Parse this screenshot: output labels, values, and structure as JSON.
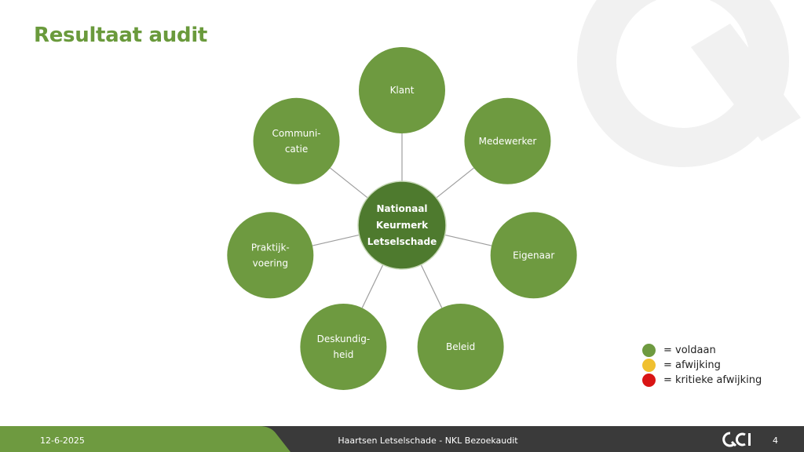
{
  "slide": {
    "title": "Resultaat audit",
    "page_number": "4"
  },
  "diagram": {
    "center": {
      "lines": [
        "Nationaal",
        "Keurmerk",
        "Letselschade"
      ],
      "color": "#4e7a2e"
    },
    "node_color": "#6e9a40",
    "connector_color": "#9e9e9e",
    "nodes": [
      {
        "name": "klant",
        "lines": [
          "Klant"
        ]
      },
      {
        "name": "medewerker",
        "lines": [
          "Medewerker"
        ]
      },
      {
        "name": "eigenaar",
        "lines": [
          "Eigenaar"
        ]
      },
      {
        "name": "beleid",
        "lines": [
          "Beleid"
        ]
      },
      {
        "name": "deskundigheid",
        "lines": [
          "Deskundig-",
          "heid"
        ]
      },
      {
        "name": "praktijkvoering",
        "lines": [
          "Praktijk-",
          "voering"
        ]
      },
      {
        "name": "communicatie",
        "lines": [
          "Communi-",
          "catie"
        ]
      }
    ]
  },
  "legend": [
    {
      "label": "= voldaan",
      "color": "#6e9a40"
    },
    {
      "label": "= afwijking",
      "color": "#f0c030"
    },
    {
      "label": "= kritieke afwijking",
      "color": "#d91515"
    }
  ],
  "footer": {
    "date": "12-6-2025",
    "center_text": "Haartsen Letselschade - NKL Bezoekaudit",
    "logo_icon": "qci-logo-icon",
    "left_band_color": "#6e9a40",
    "right_band_color": "#3a3a3a"
  },
  "background_mark_icon": "q-watermark-icon"
}
